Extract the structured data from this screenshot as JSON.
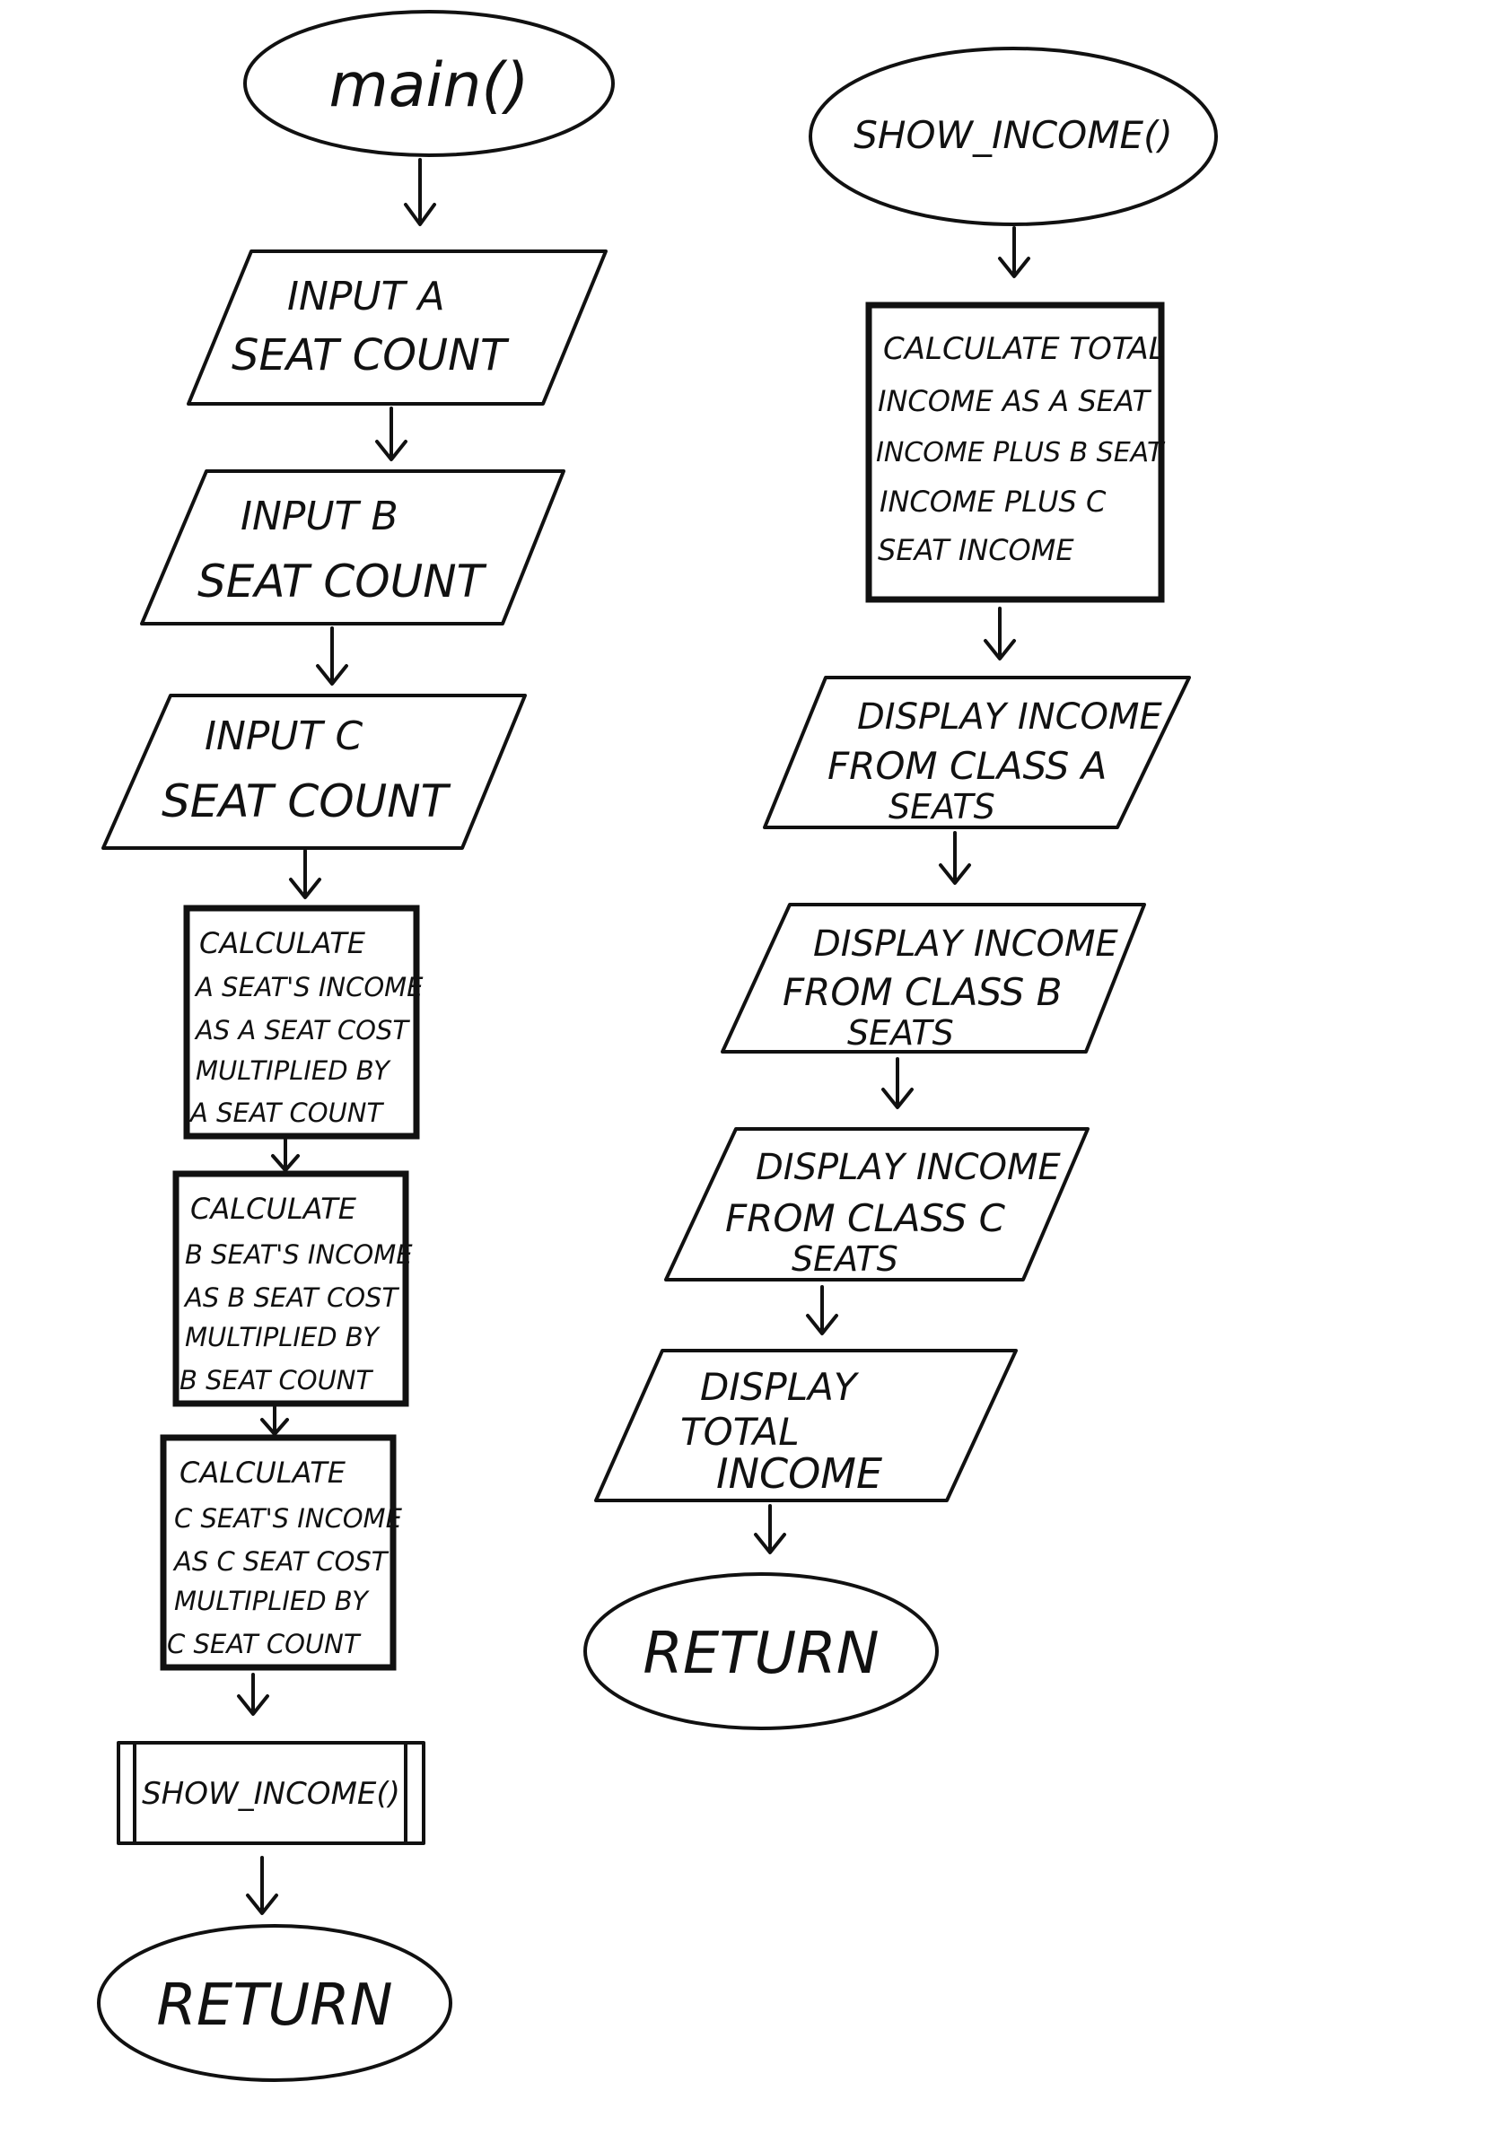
{
  "left_flow": {
    "start": "main()",
    "input_a": [
      "INPUT A",
      "SEAT COUNT"
    ],
    "input_b": [
      "INPUT B",
      "SEAT COUNT"
    ],
    "input_c": [
      "INPUT C",
      "SEAT COUNT"
    ],
    "calc_a": [
      "CALCULATE",
      "A SEAT'S INCOME",
      "AS A SEAT COST",
      "MULTIPLIED BY",
      "A SEAT COUNT"
    ],
    "calc_b": [
      "CALCULATE",
      "B SEAT'S INCOME",
      "AS B SEAT COST",
      "MULTIPLIED BY",
      "B SEAT COUNT"
    ],
    "calc_c": [
      "CALCULATE",
      "C SEAT'S INCOME",
      "AS C SEAT COST",
      "MULTIPLIED BY",
      "C SEAT COUNT"
    ],
    "call": "SHOW_INCOME()",
    "end": "RETURN"
  },
  "right_flow": {
    "start": "SHOW_INCOME()",
    "calc_total": [
      "CALCULATE TOTAL",
      "INCOME AS A SEAT",
      "INCOME PLUS B SEAT",
      "INCOME PLUS C",
      "SEAT INCOME"
    ],
    "display_a": [
      "DISPLAY INCOME",
      "FROM CLASS A",
      "SEATS"
    ],
    "display_b": [
      "DISPLAY INCOME",
      "FROM CLASS B",
      "SEATS"
    ],
    "display_c": [
      "DISPLAY INCOME",
      "FROM CLASS C",
      "SEATS"
    ],
    "display_total": [
      "DISPLAY",
      "TOTAL",
      "INCOME"
    ],
    "end": "RETURN"
  },
  "colors": {
    "stroke": "#111111",
    "background": "#ffffff"
  }
}
